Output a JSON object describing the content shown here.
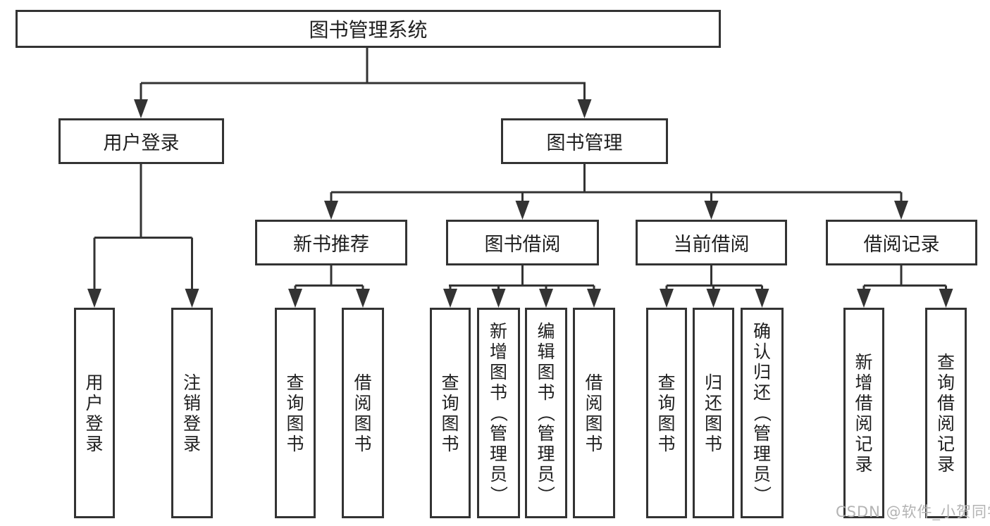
{
  "tree": {
    "root": "图书管理系统",
    "user_login": "用户登录",
    "book_management": "图书管理",
    "user_login_children": [
      "用户登录",
      "注销登录"
    ],
    "book_management_children": [
      "新书推荐",
      "图书借阅",
      "当前借阅",
      "借阅记录"
    ],
    "new_book_children": [
      "查询图书",
      "借阅图书"
    ],
    "book_borrow_children": [
      "查询图书",
      "新增图书（管理员）",
      "编辑图书（管理员）",
      "借阅图书"
    ],
    "current_borrow_children": [
      "查询图书",
      "归还图书",
      "确认归还（管理员）"
    ],
    "borrow_record_children": [
      "新增借阅记录",
      "查询借阅记录"
    ]
  },
  "watermark": "CSDN @软件_小贺同学",
  "colors": {
    "line": "#333333",
    "text": "#1f1f1f",
    "watermark": "#b3b3b3",
    "background": "#ffffff"
  }
}
